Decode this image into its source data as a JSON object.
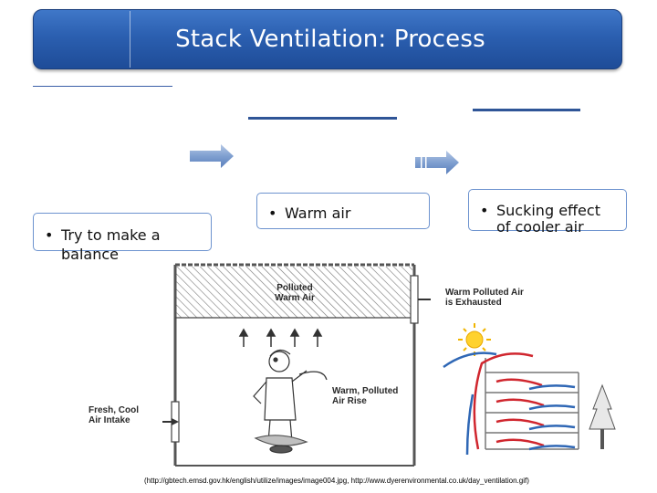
{
  "slide": {
    "title": "Stack Ventilation: Process",
    "boxes": {
      "left": {
        "bullet": "•",
        "text_line1": "Try to make a",
        "text_line2": "balance"
      },
      "middle": {
        "bullet": "•",
        "text": "Warm air"
      },
      "right": {
        "bullet": "•",
        "text_line1": "Sucking effect",
        "text_line2": "of cooler air"
      }
    },
    "figure": {
      "labels": {
        "polluted_line1": "Polluted",
        "polluted_line2": "Warm Air",
        "exhaust_line1": "Warm Polluted Air",
        "exhaust_line2": "is Exhausted",
        "rise_line1": "Warm, Polluted",
        "rise_line2": "Air Rise",
        "intake_line1": "Fresh, Cool",
        "intake_line2": "Air Intake"
      }
    },
    "caption": "(http://gbtech.emsd.gov.hk/english/utilize/images/image004.jpg, http://www.dyerenvironmental.co.uk/day_ventilation.gif)"
  },
  "colors": {
    "title_bar": "#2b5fb0",
    "box_border": "#6d93cf",
    "arrow": "#7f9fd0",
    "warm_flow": "#d0262e",
    "cool_flow": "#2f67b5"
  }
}
